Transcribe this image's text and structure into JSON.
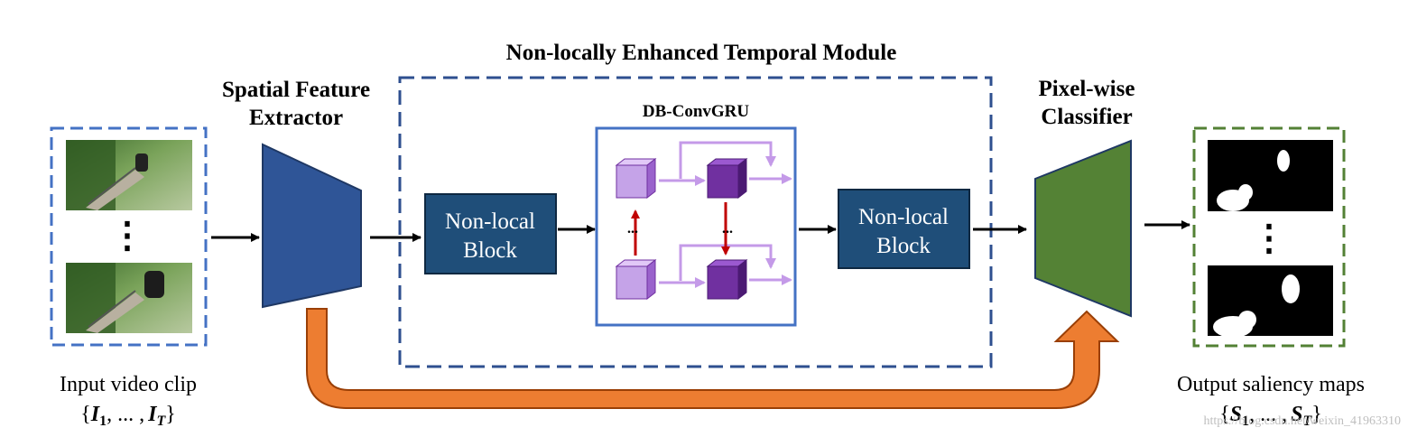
{
  "diagram": {
    "module_title": "Non-locally Enhanced Temporal Module",
    "spatial_label_line1": "Spatial Feature",
    "spatial_label_line2": "Extractor",
    "classifier_label_line1": "Pixel-wise",
    "classifier_label_line2": "Classifier",
    "convgru_title": "DB-ConvGRU",
    "nonlocal_line1": "Non-local",
    "nonlocal_line2": "Block",
    "input_caption": "Input video clip",
    "input_formula_open": "{",
    "input_formula_i1": "I",
    "input_formula_sub1": "1",
    "input_formula_mid": ", ... ,",
    "input_formula_iT": "I",
    "input_formula_subT": "T",
    "input_formula_close": "}",
    "output_caption": "Output saliency maps",
    "output_formula_s1": "S",
    "output_formula_sT": "S",
    "vertical_ellipsis": "⋮",
    "inner_ellipsis": "...",
    "watermark": "https://blog.csdn.net/weixin_41963310"
  },
  "colors": {
    "dark_blue": "#2e4f8f",
    "box_blue": "#1f4e79",
    "green": "#548235",
    "green_dash": "#538135",
    "orange": "#ed7d31",
    "orange_dark": "#9a3f06",
    "purple_light": "#c5a3e8",
    "purple_dark": "#7030a0",
    "red": "#c00000"
  }
}
